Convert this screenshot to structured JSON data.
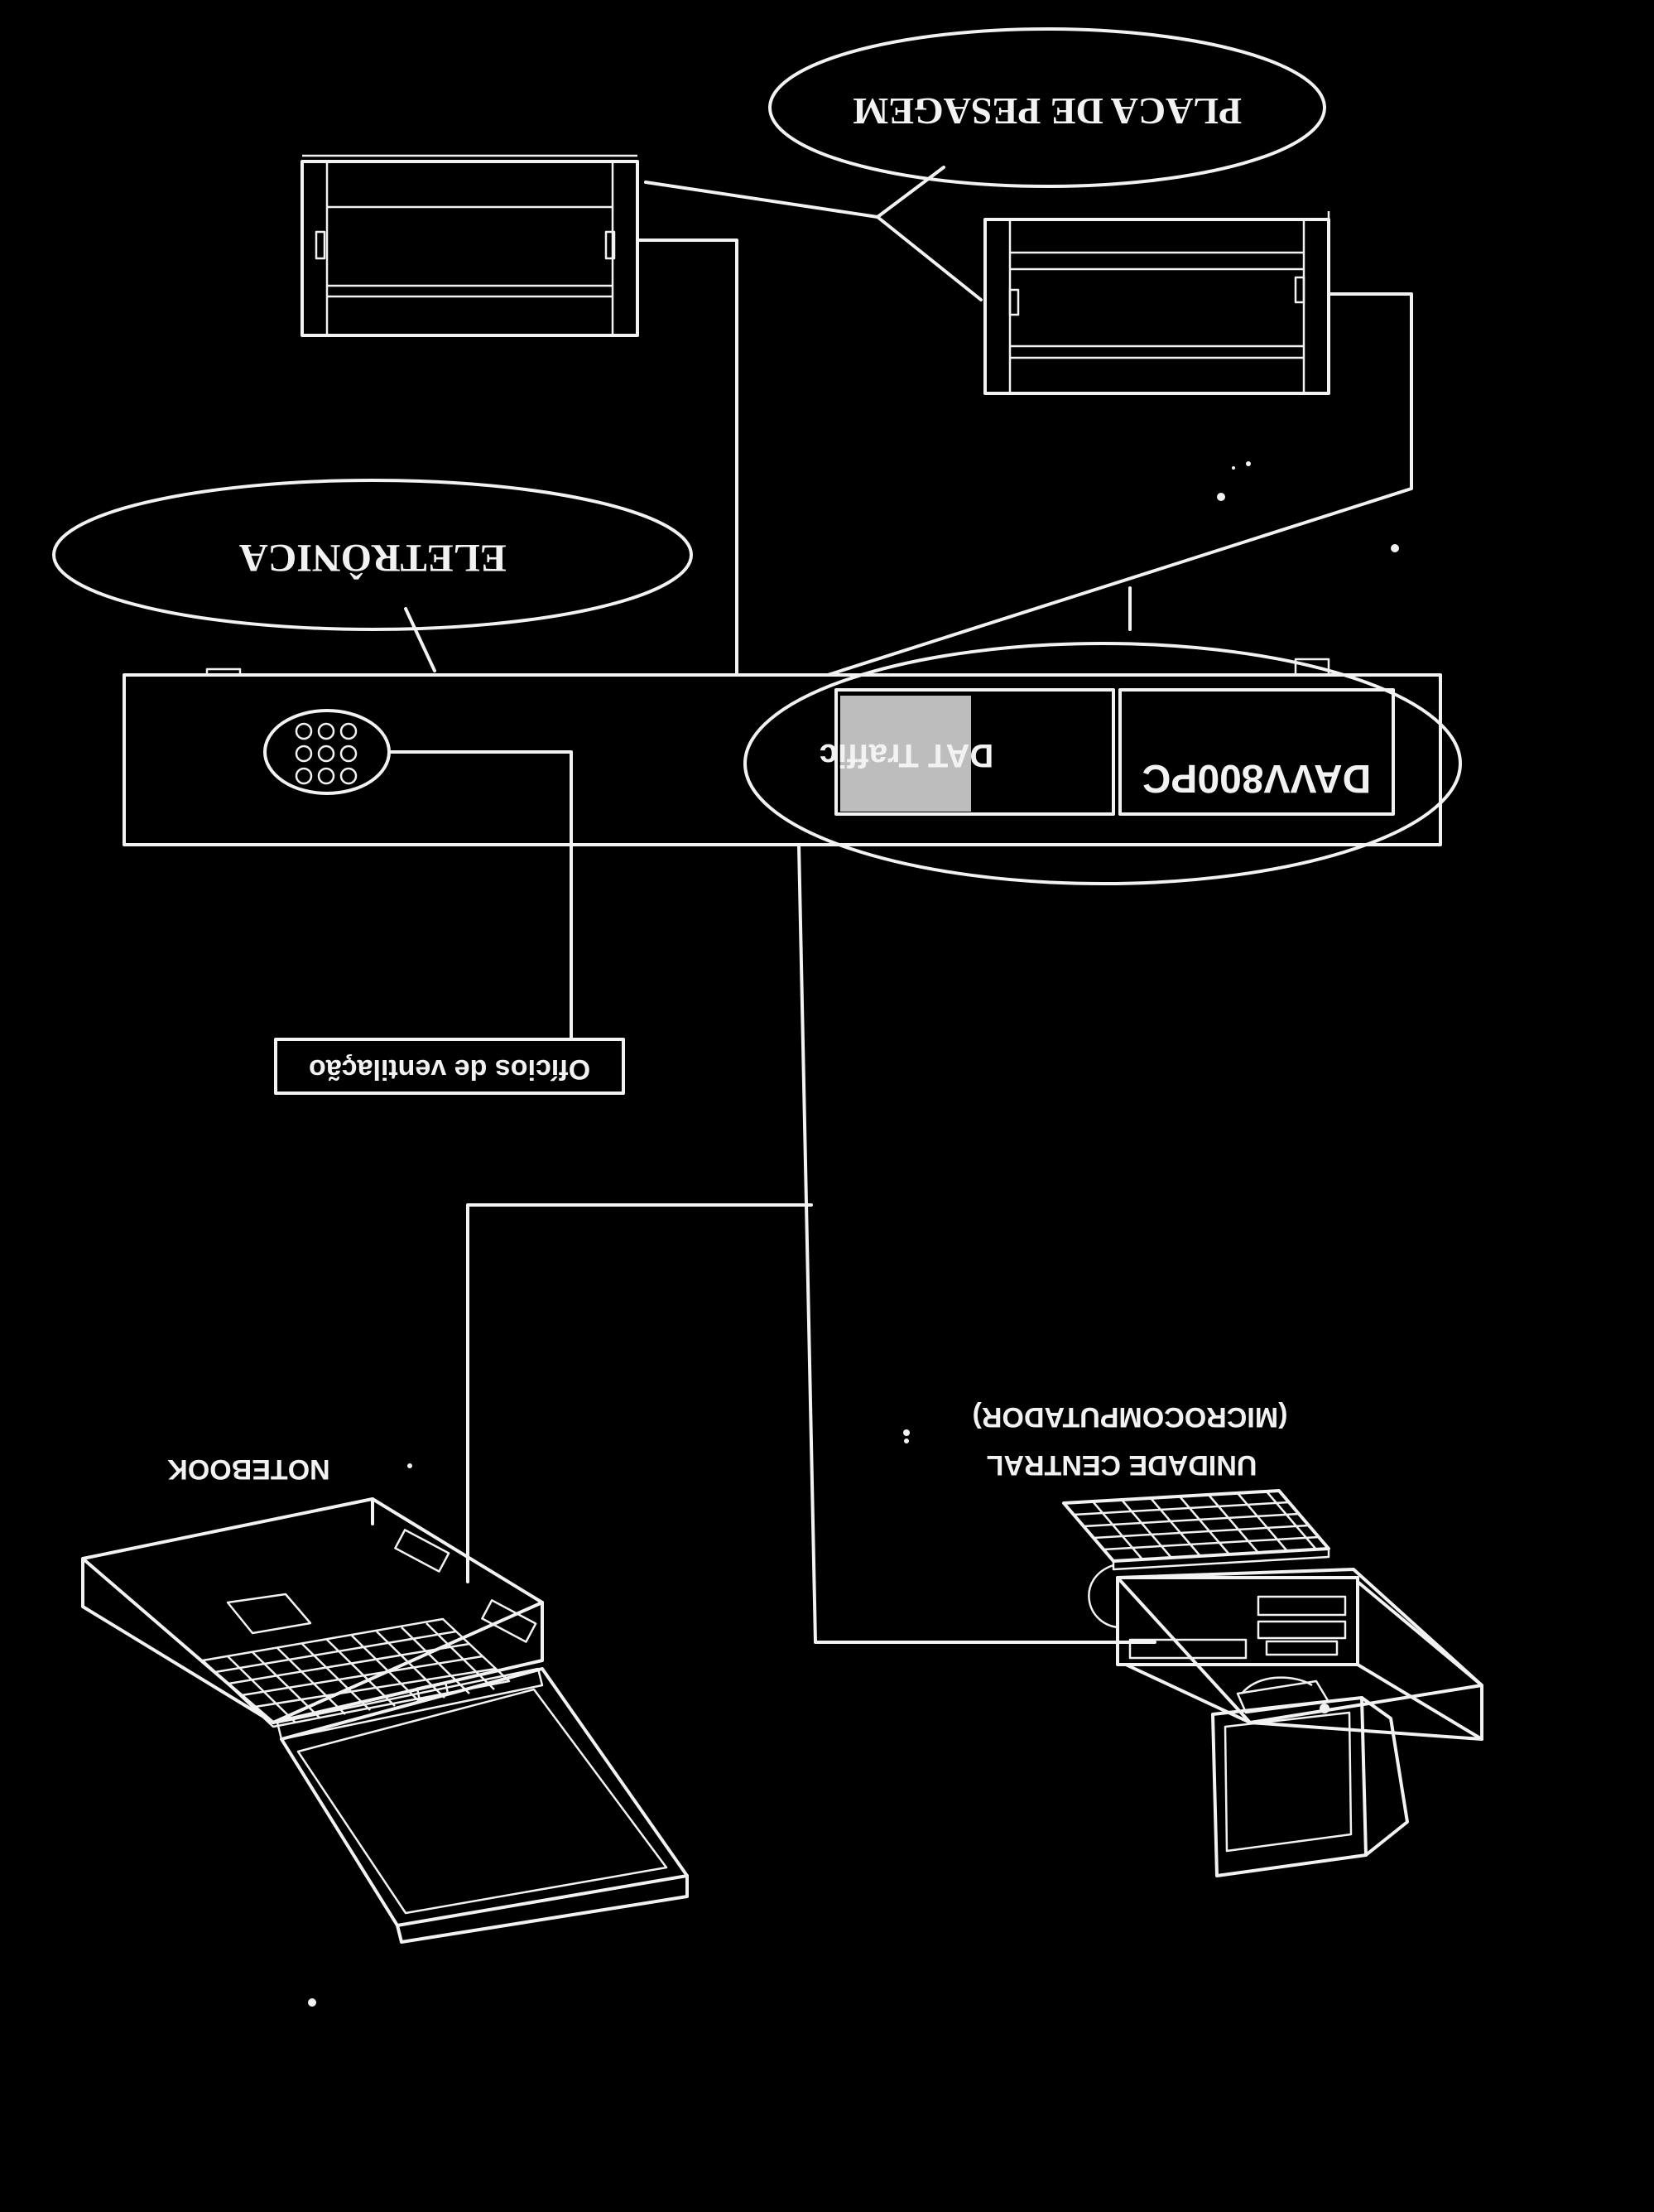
{
  "labels": {
    "placa_de_pesagem": "PLACA DE PESAGEM",
    "eletronica": "ELETRÔNICA",
    "model": "DAVV800PC",
    "logo": "DAT Traffic",
    "oficios": "Ofícios de ventilação",
    "notebook": "NOTEBOOK",
    "unidade_central_line1": "UNIDADE CENTRAL",
    "unidade_central_line2": "(MICROCOMPUTADOR)"
  },
  "colors": {
    "background": "#000000",
    "line": "#f2f2f2",
    "logo_fill": "#bdbdbd"
  }
}
